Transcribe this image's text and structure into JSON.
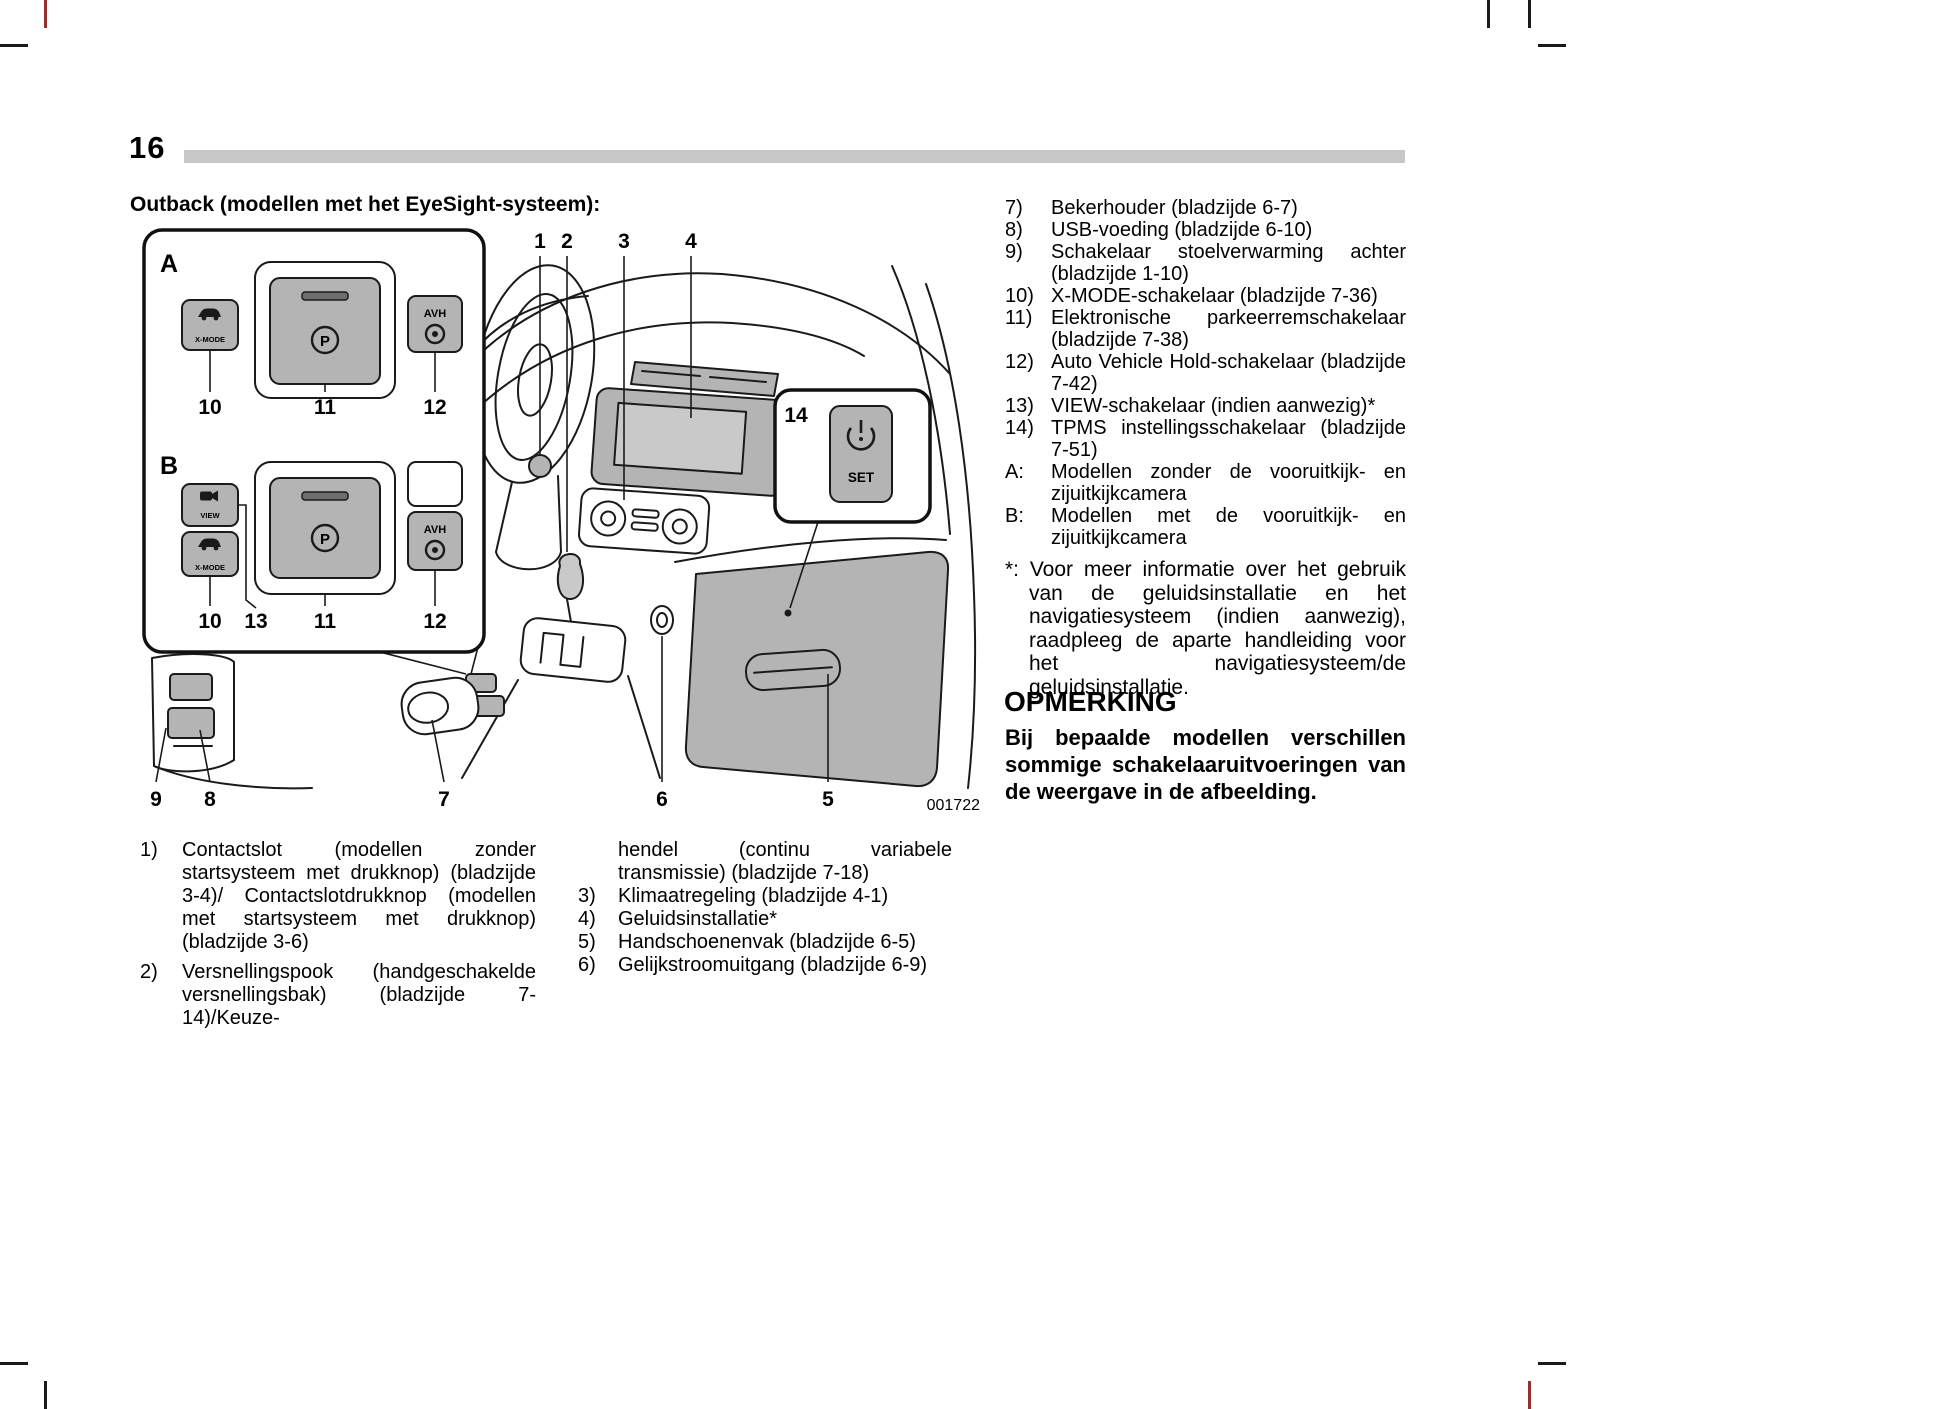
{
  "page": {
    "number": "16",
    "figure_code": "001722"
  },
  "figure": {
    "title": "Outback (modellen met het EyeSight-systeem):",
    "sectionA": "A",
    "sectionB": "B",
    "buttons": {
      "xmode": "X-MODE",
      "avh": "AVH",
      "view": "VIEW",
      "p": "P",
      "set": "SET"
    },
    "rowA": [
      "10",
      "11",
      "12"
    ],
    "rowB": [
      "10",
      "13",
      "11",
      "12"
    ],
    "top": [
      "1",
      "2",
      "3",
      "4"
    ],
    "n14": "14",
    "bottom": [
      "9",
      "8",
      "7",
      "6",
      "5"
    ]
  },
  "legend": {
    "col1": [
      {
        "n": "1)",
        "t": "Contactslot (modellen zonder startsysteem met drukknop) (bladzijde 3-4)/ Contactslotdrukknop (modellen met startsysteem met drukknop) (bladzijde 3-6)"
      },
      {
        "n": "2)",
        "t": "Versnellingspook (handgeschakelde versnellingsbak) (bladzijde 7-14)/Keuze-"
      }
    ],
    "col2": [
      {
        "n": "",
        "t": "hendel (continu variabele transmissie) (bladzijde 7-18)"
      },
      {
        "n": "3)",
        "t": "Klimaatregeling (bladzijde 4-1)"
      },
      {
        "n": "4)",
        "t": "Geluidsinstallatie*"
      },
      {
        "n": "5)",
        "t": "Handschoenenvak (bladzijde 6-5)"
      },
      {
        "n": "6)",
        "t": "Gelijkstroomuitgang (bladzijde 6-9)"
      }
    ],
    "right": [
      {
        "n": "7)",
        "t": "Bekerhouder (bladzijde 6-7)"
      },
      {
        "n": "8)",
        "t": "USB-voeding (bladzijde 6-10)"
      },
      {
        "n": "9)",
        "t": "Schakelaar stoelverwarming achter (bladzijde 1-10)"
      },
      {
        "n": "10)",
        "t": "X-MODE-schakelaar (bladzijde 7-36)"
      },
      {
        "n": "11)",
        "t": "Elektronische parkeerremschakelaar (bladzijde 7-38)"
      },
      {
        "n": "12)",
        "t": "Auto Vehicle Hold-schakelaar (bladzijde 7-42)"
      },
      {
        "n": "13)",
        "t": "VIEW-schakelaar (indien aanwezig)*"
      },
      {
        "n": "14)",
        "t": "TPMS instellingsschakelaar (bladzijde 7-51)"
      },
      {
        "n": "A:",
        "t": "Modellen zonder de vooruitkijk- en zijuitkijkcamera"
      },
      {
        "n": "B:",
        "t": "Modellen met de vooruitkijk- en zijuitkijkcamera"
      }
    ]
  },
  "footnote": {
    "marker": "*:",
    "text": "Voor meer informatie over het gebruik van de geluidsinstallatie en het navigatiesysteem (indien aanwezig), raadpleeg de aparte handleiding voor het navigatiesysteem/de geluidsinstallatie."
  },
  "note": {
    "heading": "OPMERKING",
    "body": "Bij bepaalde modellen verschillen sommige schakelaaruitvoeringen van de weergave in de afbeelding."
  }
}
